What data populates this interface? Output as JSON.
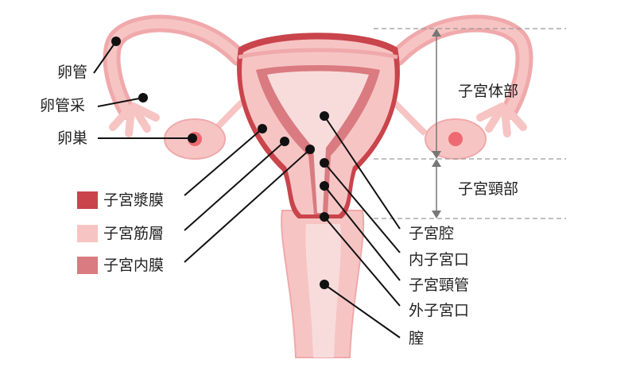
{
  "labels": {
    "ranguan": "卵管",
    "rankansai": "卵管采",
    "ransou": "卵巣",
    "shikyu_tai": "子宮体部",
    "shikyu_kei": "子宮頸部",
    "shikyu_kou": "子宮腔",
    "nai_koukou": "内子宮口",
    "shikyu_keikan": "子宮頸管",
    "gai_koukou": "外子宮口",
    "chitsu": "膣"
  },
  "legend": [
    {
      "label": "子宮漿膜",
      "color": "#c9444b"
    },
    {
      "label": "子宮筋層",
      "color": "#f7c4c4"
    },
    {
      "label": "子宮内膜",
      "color": "#d97b80"
    }
  ],
  "colors": {
    "muscle": "#f7c4c4",
    "muscle_dark": "#f0a9ab",
    "serosa": "#c9444b",
    "endometrium": "#d97b80",
    "cavity": "#f8dcdc",
    "ovary_core": "#ee6a72",
    "pointer": "#111111",
    "dim_arrow": "#777777"
  }
}
